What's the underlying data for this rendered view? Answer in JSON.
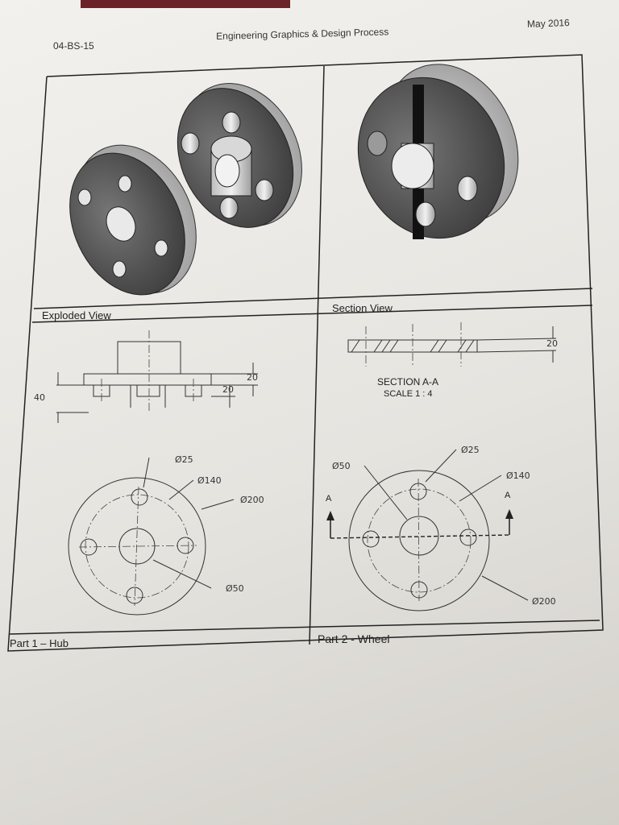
{
  "header": {
    "code": "04-BS-15",
    "title": "Engineering Graphics & Design Process",
    "date": "May 2016"
  },
  "panels": {
    "exploded_label": "Exploded View",
    "section_label": "Section View",
    "part1_label": "Part 1 – Hub",
    "part2_label": "Part 2 - Wheel"
  },
  "part1_dims": {
    "h40": "40",
    "h20a": "20",
    "h20b": "20",
    "d25": "Ø25",
    "d140": "Ø140",
    "d200": "Ø200",
    "d50": "Ø50"
  },
  "part2_dims": {
    "thick20": "20",
    "section_title": "SECTION A-A",
    "section_scale": "SCALE 1 : 4",
    "d25": "Ø25",
    "d50": "Ø50",
    "d140": "Ø140",
    "d200": "Ø200",
    "cut_left": "A",
    "cut_right": "A"
  }
}
